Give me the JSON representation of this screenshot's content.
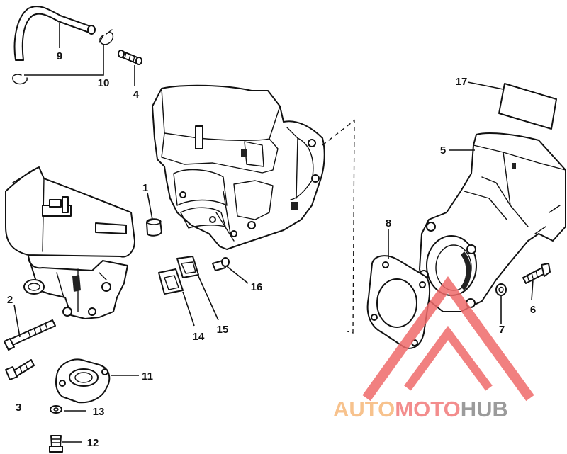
{
  "callouts": [
    {
      "number": "1",
      "part": "bushing"
    },
    {
      "number": "2",
      "part": "long-screw"
    },
    {
      "number": "3",
      "part": "screw"
    },
    {
      "number": "4",
      "part": "fitting"
    },
    {
      "number": "5",
      "part": "exhaust-housing"
    },
    {
      "number": "6",
      "part": "bolt"
    },
    {
      "number": "7",
      "part": "washer"
    },
    {
      "number": "8",
      "part": "gasket"
    },
    {
      "number": "9",
      "part": "hose"
    },
    {
      "number": "10",
      "part": "clip"
    },
    {
      "number": "11",
      "part": "cover"
    },
    {
      "number": "12",
      "part": "small-screw"
    },
    {
      "number": "13",
      "part": "small-washer"
    },
    {
      "number": "14",
      "part": "reed-plate"
    },
    {
      "number": "15",
      "part": "reed-valve"
    },
    {
      "number": "16",
      "part": "stud-screw"
    },
    {
      "number": "17",
      "part": "plate"
    }
  ],
  "watermark": {
    "word_1": "AUTO",
    "word_2": "MOTO",
    "word_3": "HUB",
    "color_1": "#f6b87a",
    "color_2": "#f27a7a",
    "color_3": "#8a8a8a",
    "logo_color": "#ef6a6a"
  }
}
